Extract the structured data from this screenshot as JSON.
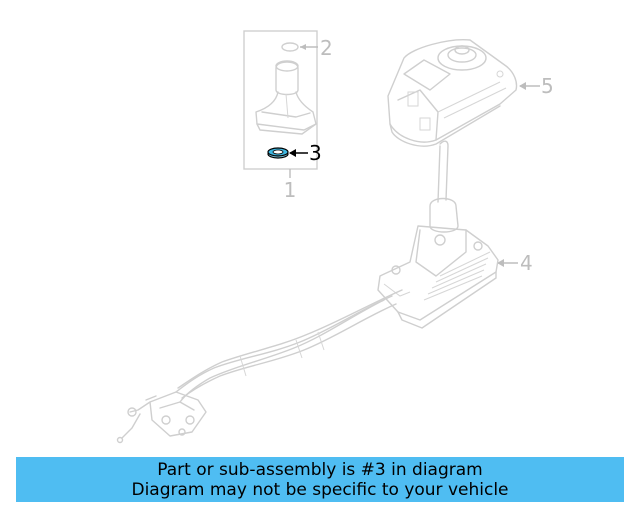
{
  "callouts": {
    "c1": "1",
    "c2": "2",
    "c3": "3",
    "c4": "4",
    "c5": "5"
  },
  "highlighted_part": "3",
  "colors": {
    "banner": "#4fbdf2",
    "highlight_part": "#3fb7e0",
    "line_art": "#cfcfcf"
  },
  "banner": {
    "line1": "Part or sub-assembly is #3 in diagram",
    "line2": "Diagram may not be specific to your vehicle"
  }
}
